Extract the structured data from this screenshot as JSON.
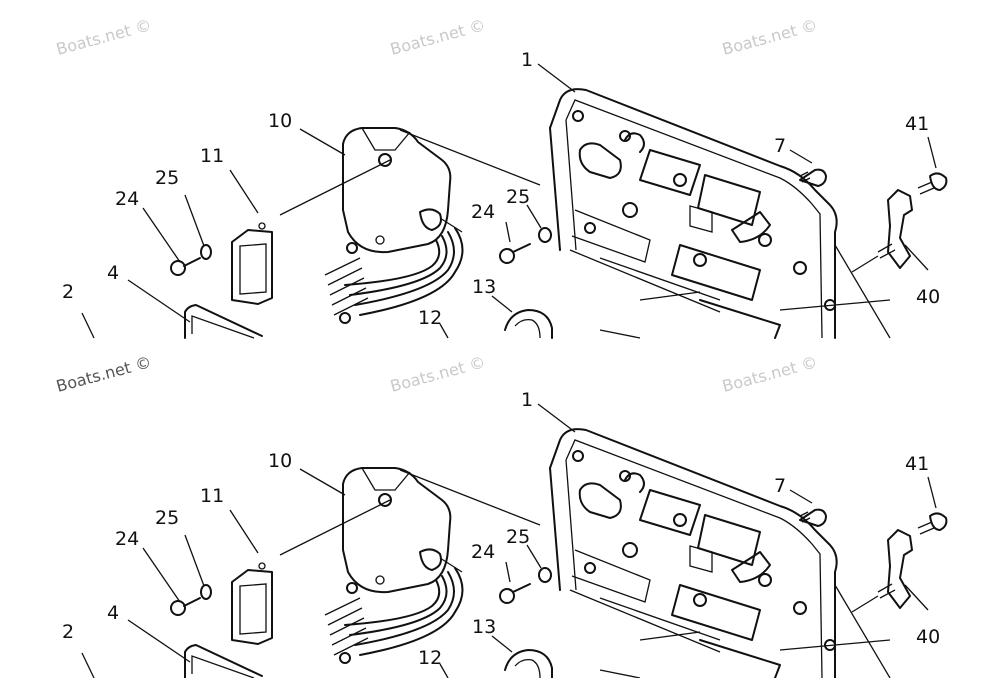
{
  "watermark": "Boats.net ©",
  "callouts": {
    "n1": "1",
    "n2": "2",
    "n4": "4",
    "n7": "7",
    "n10": "10",
    "n11": "11",
    "n12": "12",
    "n13": "13",
    "n24": "24",
    "n25": "25",
    "n40": "40",
    "n41": "41"
  }
}
